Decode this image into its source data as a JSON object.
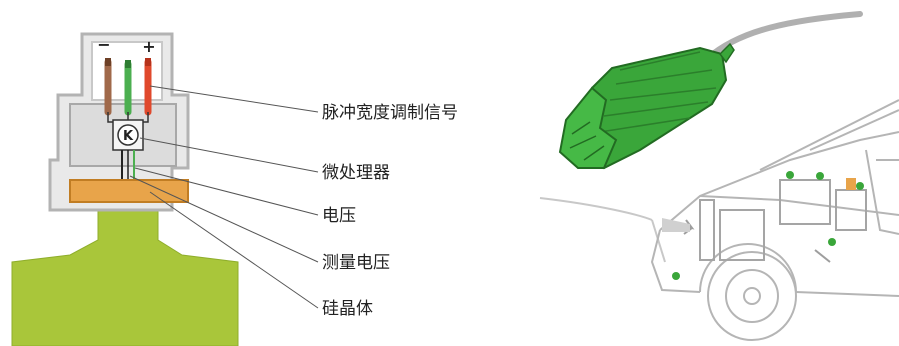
{
  "sensor": {
    "pin_minus": "−",
    "pin_plus": "+",
    "chip_symbol": "K",
    "labels": {
      "pwm_signal": "脉冲宽度调制信号",
      "microprocessor": "微处理器",
      "voltage": "电压",
      "measured_voltage": "测量电压",
      "silicon_crystal": "硅晶体"
    }
  },
  "colors": {
    "housing_outline": "#bdbdbd",
    "housing_inner": "#e6e6e6",
    "silicon_crystal": "#e8a44a",
    "base_green": "#a9c63a",
    "wire_brown": "#a0694a",
    "wire_green": "#4caf50",
    "wire_red": "#e0492c",
    "connector_green": "#3aa63a",
    "car_line": "#b5b5b5",
    "sensor_dot": "#3aa63a"
  }
}
